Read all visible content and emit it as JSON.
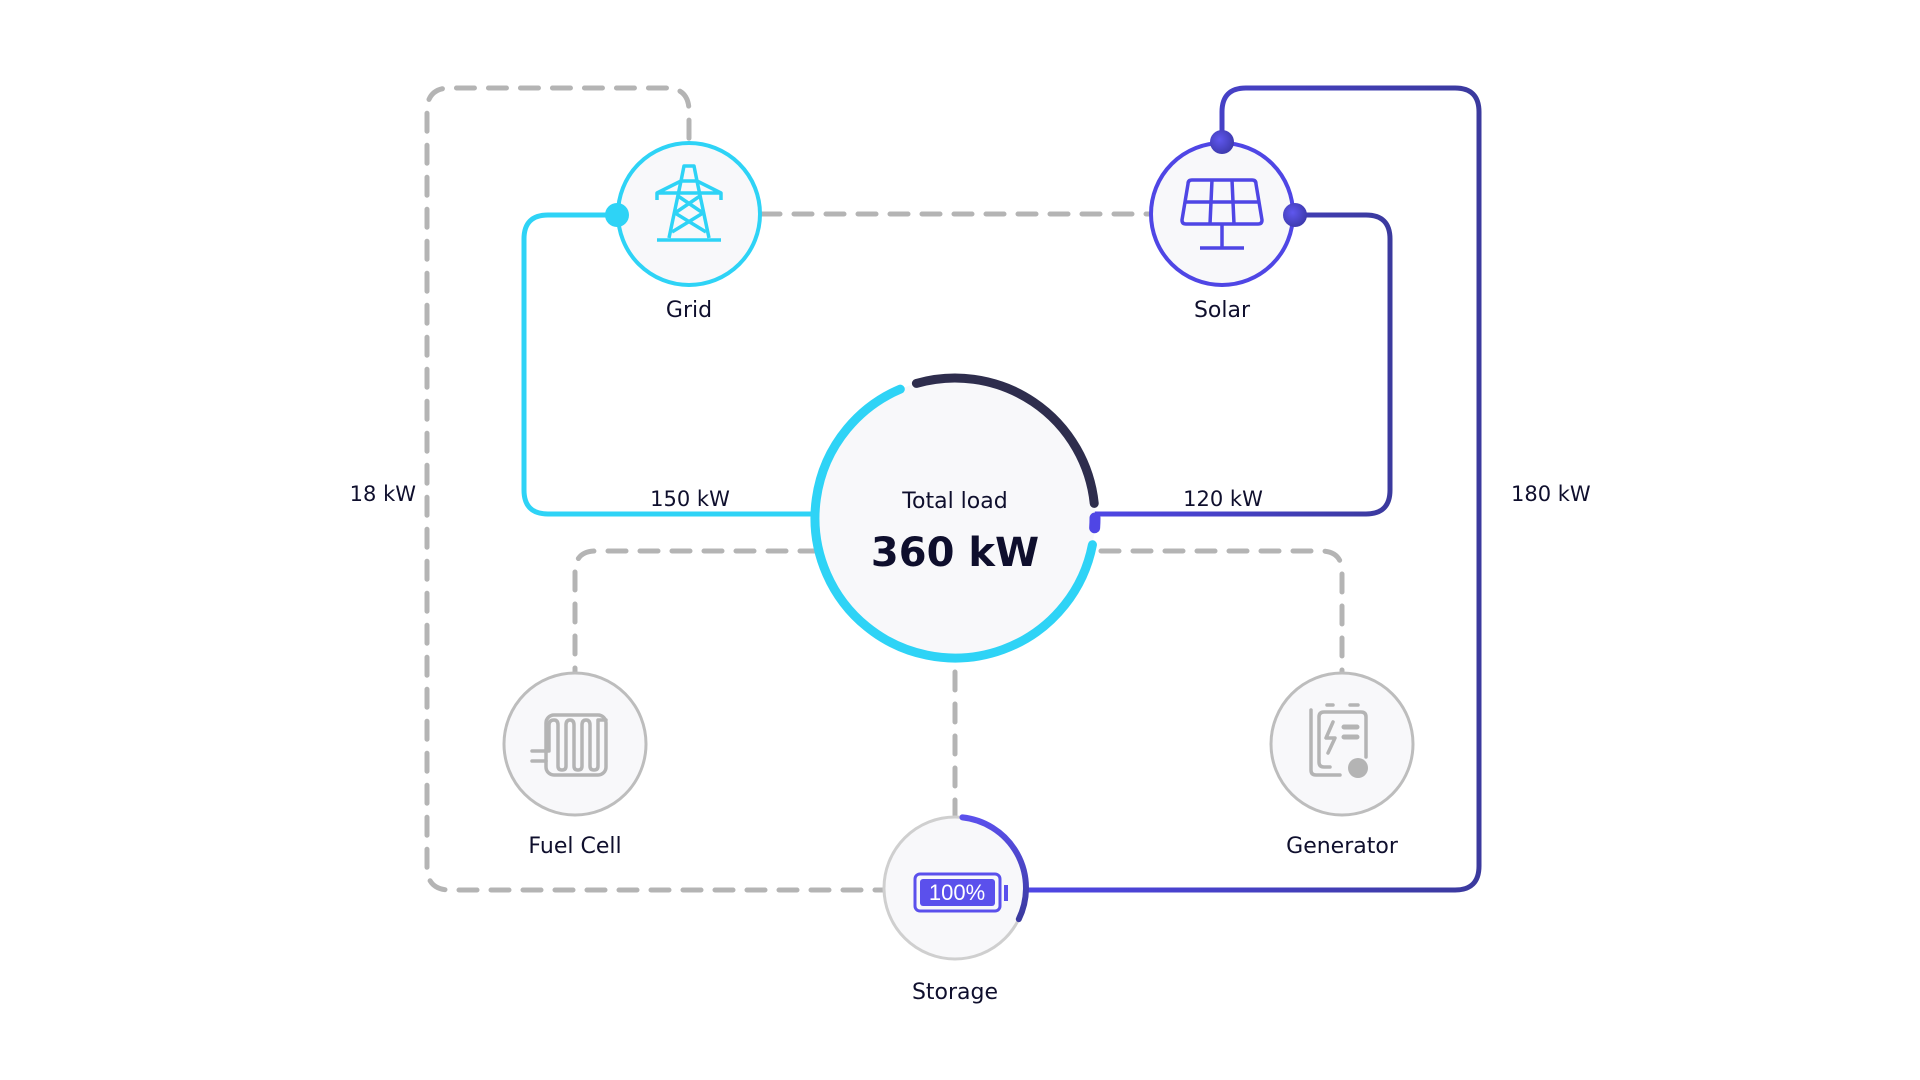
{
  "colors": {
    "grid": "#2ed3f6",
    "solar": "#4f46e5",
    "solar_dark": "#3b3a9e",
    "load_dark": "#2e2d4d",
    "inactive": "#b4b4b4",
    "text": "#0f0f2d",
    "battery_fill": "#5b50ec"
  },
  "center": {
    "title": "Total load",
    "value": "360 kW"
  },
  "nodes": {
    "grid": {
      "label": "Grid",
      "icon": "transmission-tower-icon",
      "active": true
    },
    "solar": {
      "label": "Solar",
      "icon": "solar-panel-icon",
      "active": true
    },
    "fuel_cell": {
      "label": "Fuel Cell",
      "icon": "fuel-cell-icon",
      "active": false
    },
    "generator": {
      "label": "Generator",
      "icon": "generator-icon",
      "active": false
    },
    "storage": {
      "label": "Storage",
      "icon": "battery-icon",
      "active": true,
      "charge_label": "100%",
      "charge_fraction": 1.0
    }
  },
  "flows": {
    "grid_to_load": "150 kW",
    "solar_to_load": "120 kW",
    "solar_to_storage": "180 kW",
    "storage_to_grid": "18 kW"
  },
  "load_ring": {
    "grid_share_color": "cyan",
    "solar_share_color": "purple",
    "dark_segment": "navy"
  }
}
